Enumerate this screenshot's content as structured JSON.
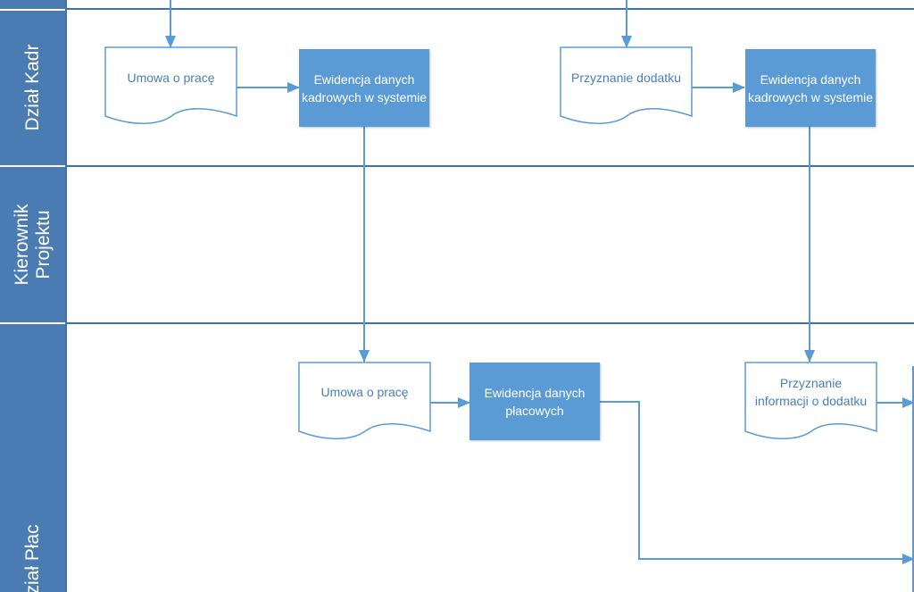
{
  "lanes": {
    "hr": "Dział Kadr",
    "manager_line1": "Kierownik",
    "manager_line2": "Projektu",
    "payroll": "Dział Płac"
  },
  "shapes": {
    "doc_contract_hr": "Umowa o pracę",
    "proc_hr_record_1": "Ewidencja danych kadrowych w systemie",
    "doc_bonus_grant": "Przyznanie dodatku",
    "proc_hr_record_2": "Ewidencja danych kadrowych w systemie",
    "doc_contract_payroll": "Umowa o pracę",
    "proc_payroll_record": "Ewidencja danych płacowych",
    "doc_bonus_info": "Przyznanie informacji o dodatku"
  },
  "colors": {
    "lane_header": "#4a7bb3",
    "process_fill": "#5b9bd5",
    "connector": "#5b9bd5",
    "document_stroke": "#5b9bd5"
  }
}
